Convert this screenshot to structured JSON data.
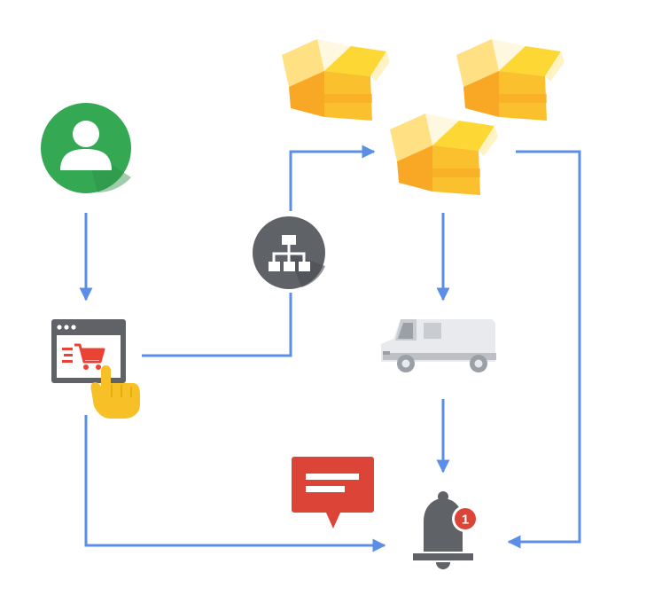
{
  "diagram": {
    "nodes": [
      {
        "id": "customer",
        "icon": "user-avatar-icon",
        "color": "#34a853"
      },
      {
        "id": "online-store",
        "icon": "shopping-cart-browser-icon",
        "color": "#5f6368"
      },
      {
        "id": "routing",
        "icon": "sitemap-hierarchy-icon",
        "color": "#5f6368"
      },
      {
        "id": "warehouse-boxes",
        "icon": "cardboard-box-icon",
        "color": "#fbc02d"
      },
      {
        "id": "delivery",
        "icon": "delivery-van-icon",
        "color": "#dadce0"
      },
      {
        "id": "message",
        "icon": "chat-message-icon",
        "color": "#db4437"
      },
      {
        "id": "notification",
        "icon": "notification-bell-icon",
        "color": "#5f6368"
      }
    ],
    "notification_badge": "1",
    "connector_color": "#5b8ee6"
  }
}
